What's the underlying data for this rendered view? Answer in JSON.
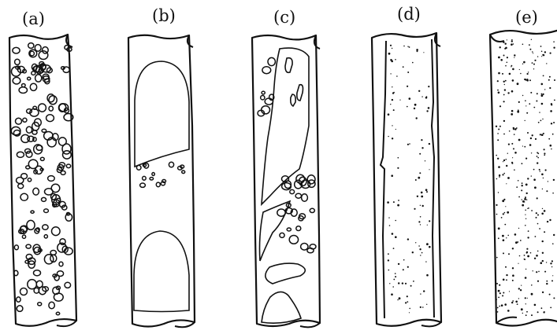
{
  "panels": [
    {
      "label": "(a)",
      "icon": "bubbly-flow-tube"
    },
    {
      "label": "(b)",
      "icon": "slug-flow-tube"
    },
    {
      "label": "(c)",
      "icon": "churn-flow-tube"
    },
    {
      "label": "(d)",
      "icon": "annular-flow-tube"
    },
    {
      "label": "(e)",
      "icon": "mist-flow-tube"
    }
  ]
}
